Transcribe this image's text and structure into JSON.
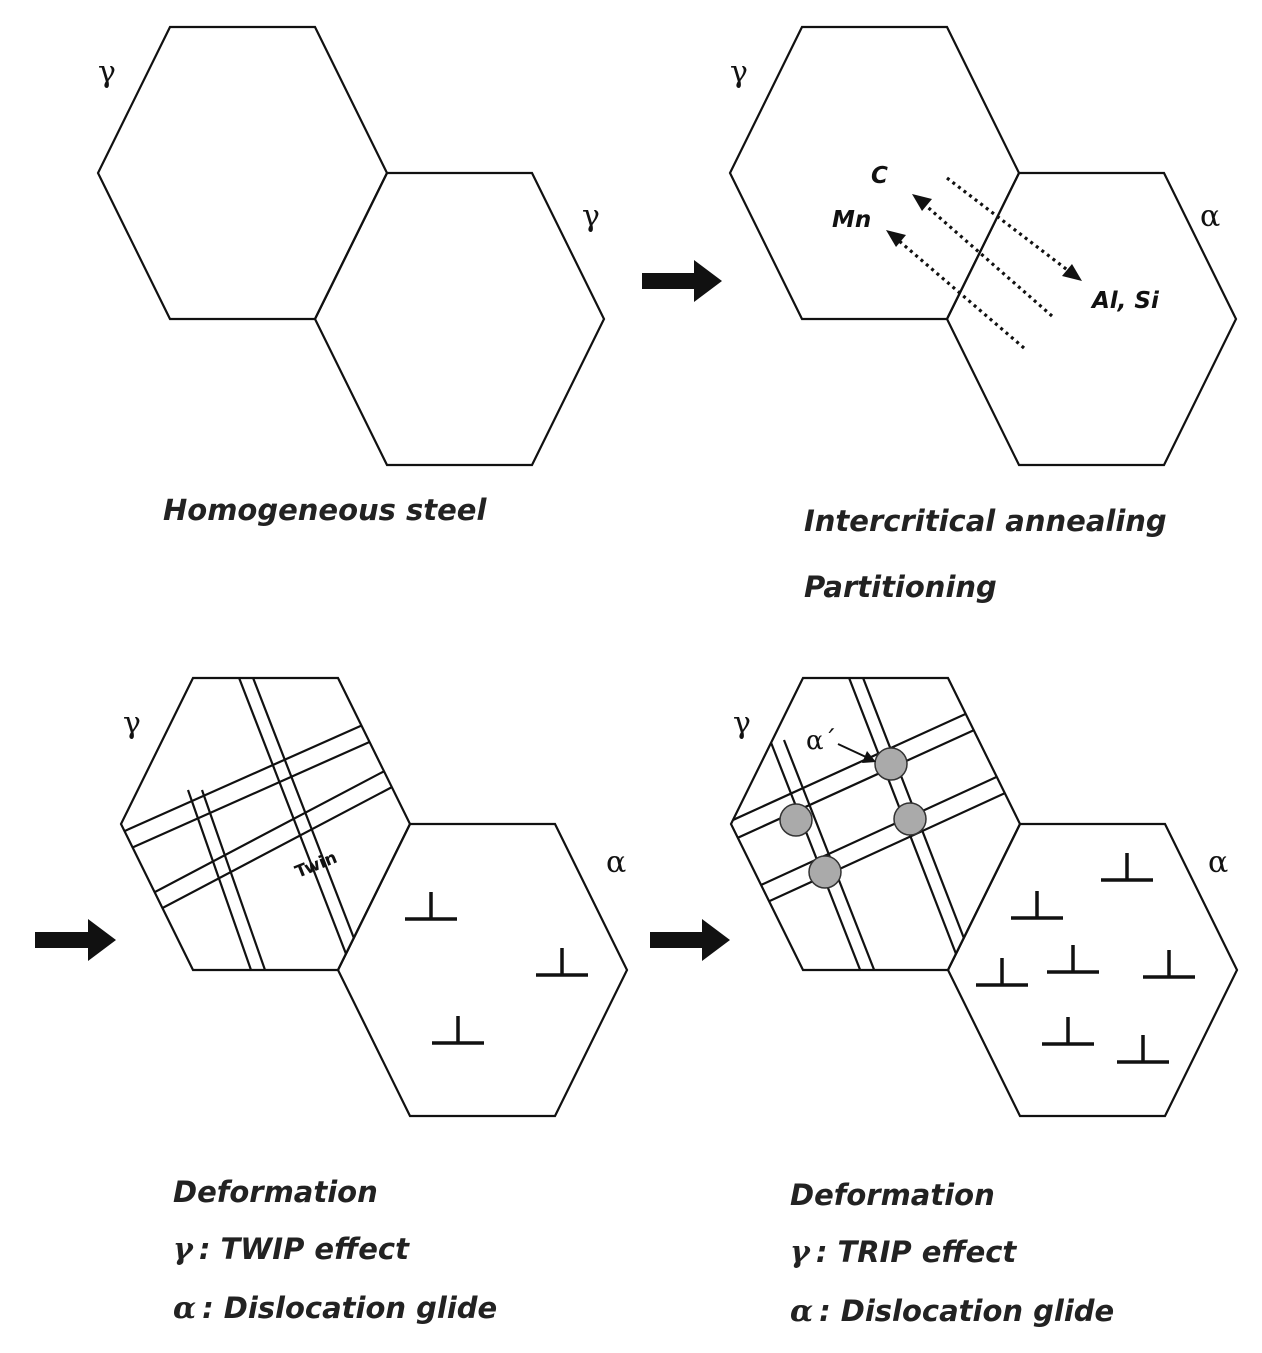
{
  "panels": {
    "top_left": {
      "grain_labels": [
        "γ",
        "γ"
      ],
      "caption": "Homogeneous steel"
    },
    "top_right": {
      "grain_labels": [
        "γ",
        "α"
      ],
      "elements_to_austenite": [
        "C",
        "Mn"
      ],
      "elements_to_ferrite": "Al, Si",
      "caption_line1": "Intercritical annealing",
      "caption_line2": "Partitioning"
    },
    "bottom_left": {
      "grain_labels": [
        "γ",
        "α"
      ],
      "twin_label": "Twin",
      "caption_line1": "Deformation",
      "caption_gamma_symbol": "γ",
      "caption_gamma_text": ": TWIP effect",
      "caption_alpha_symbol": "α",
      "caption_alpha_text": ": Dislocation glide"
    },
    "bottom_right": {
      "grain_labels": [
        "γ",
        "α"
      ],
      "martensite_label": "α´",
      "caption_line1": "Deformation",
      "caption_gamma_symbol": "γ",
      "caption_gamma_text": ": TRIP effect",
      "caption_alpha_symbol": "α",
      "caption_alpha_text": ": Dislocation glide"
    }
  },
  "colors": {
    "line": "#111111",
    "martensite_fill": "#aaaaaa",
    "background": "#ffffff"
  }
}
